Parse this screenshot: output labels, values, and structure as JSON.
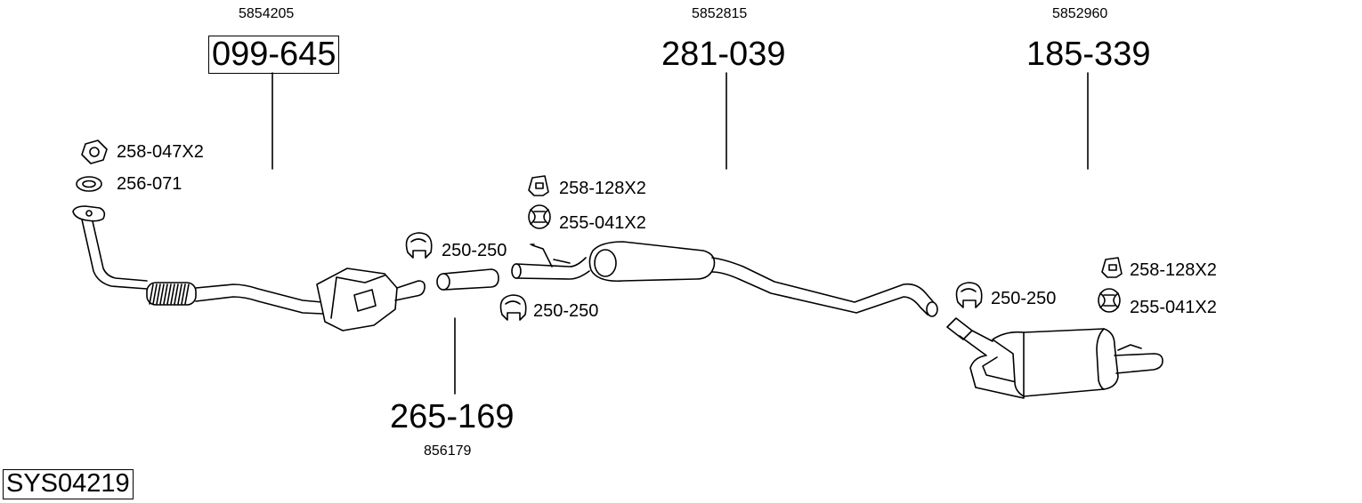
{
  "system_code": "SYS04219",
  "parts": [
    {
      "id": "front-pipe-catalyst",
      "number": "099-645",
      "oem": "5854205"
    },
    {
      "id": "connecting-tube",
      "number": "265-169",
      "oem": "856179"
    },
    {
      "id": "centre-silencer",
      "number": "281-039",
      "oem": "5852815"
    },
    {
      "id": "rear-silencer",
      "number": "185-339",
      "oem": "5852960"
    }
  ],
  "accessories": [
    {
      "id": "nut",
      "label": "258-047X2",
      "icon": "nut-icon"
    },
    {
      "id": "gasket",
      "label": "256-071",
      "icon": "gasket-ring-icon"
    },
    {
      "id": "clamp-a",
      "label": "250-250",
      "icon": "clamp-icon"
    },
    {
      "id": "clamp-b",
      "label": "250-250",
      "icon": "clamp-icon"
    },
    {
      "id": "bracket-a",
      "label": "258-128X2",
      "icon": "bracket-icon"
    },
    {
      "id": "hanger-a",
      "label": "255-041X2",
      "icon": "rubber-hanger-icon"
    },
    {
      "id": "clamp-c",
      "label": "250-250",
      "icon": "clamp-icon"
    },
    {
      "id": "bracket-b",
      "label": "258-128X2",
      "icon": "bracket-icon"
    },
    {
      "id": "hanger-b",
      "label": "255-041X2",
      "icon": "rubber-hanger-icon"
    }
  ]
}
